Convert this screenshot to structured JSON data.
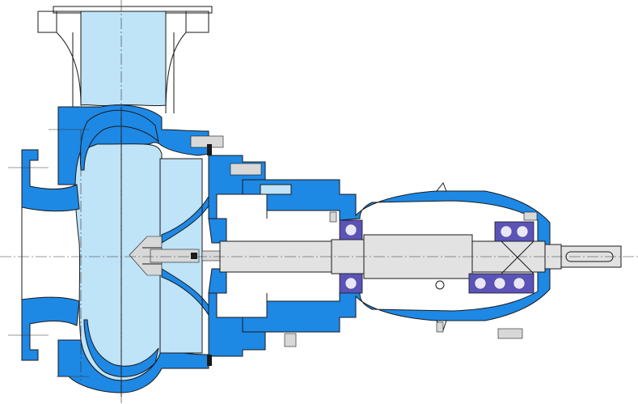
{
  "colors": {
    "casing": "#1e88e5",
    "fluid": "#bfe3f7",
    "shaft": "#e2e2e2",
    "bearing": "#5b53b8",
    "outline": "#1a1a1a"
  },
  "components": [
    "discharge-flange",
    "volute-casing",
    "suction-inlet",
    "impeller",
    "casing-cover",
    "bearing-housing",
    "pump-shaft",
    "radial-bearing",
    "thrust-bearing-pair",
    "shaft-keyway"
  ]
}
